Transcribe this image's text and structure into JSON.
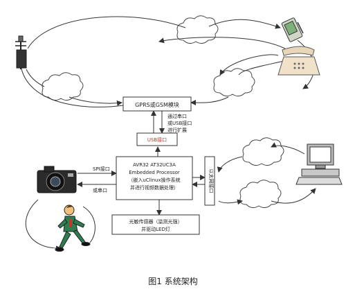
{
  "diagram": {
    "gprs_module": "GPRS或GSM模块",
    "serial_expand": [
      "通过串口",
      "或USB接口",
      "进行扩展"
    ],
    "usb_port": "USB接口",
    "processor": [
      "AVR32 AT32UC3A",
      "Embedded Processor",
      "（嵌入uClinux操作系统",
      "并进行视频数据处理）"
    ],
    "spi_port": "SPI接口",
    "serial_port": "或串口",
    "ethernet_port": "以太网接口",
    "sensor": [
      "光敏传感器（监测光强）",
      "并驱动LED灯"
    ]
  },
  "caption": "图1 系统架构"
}
